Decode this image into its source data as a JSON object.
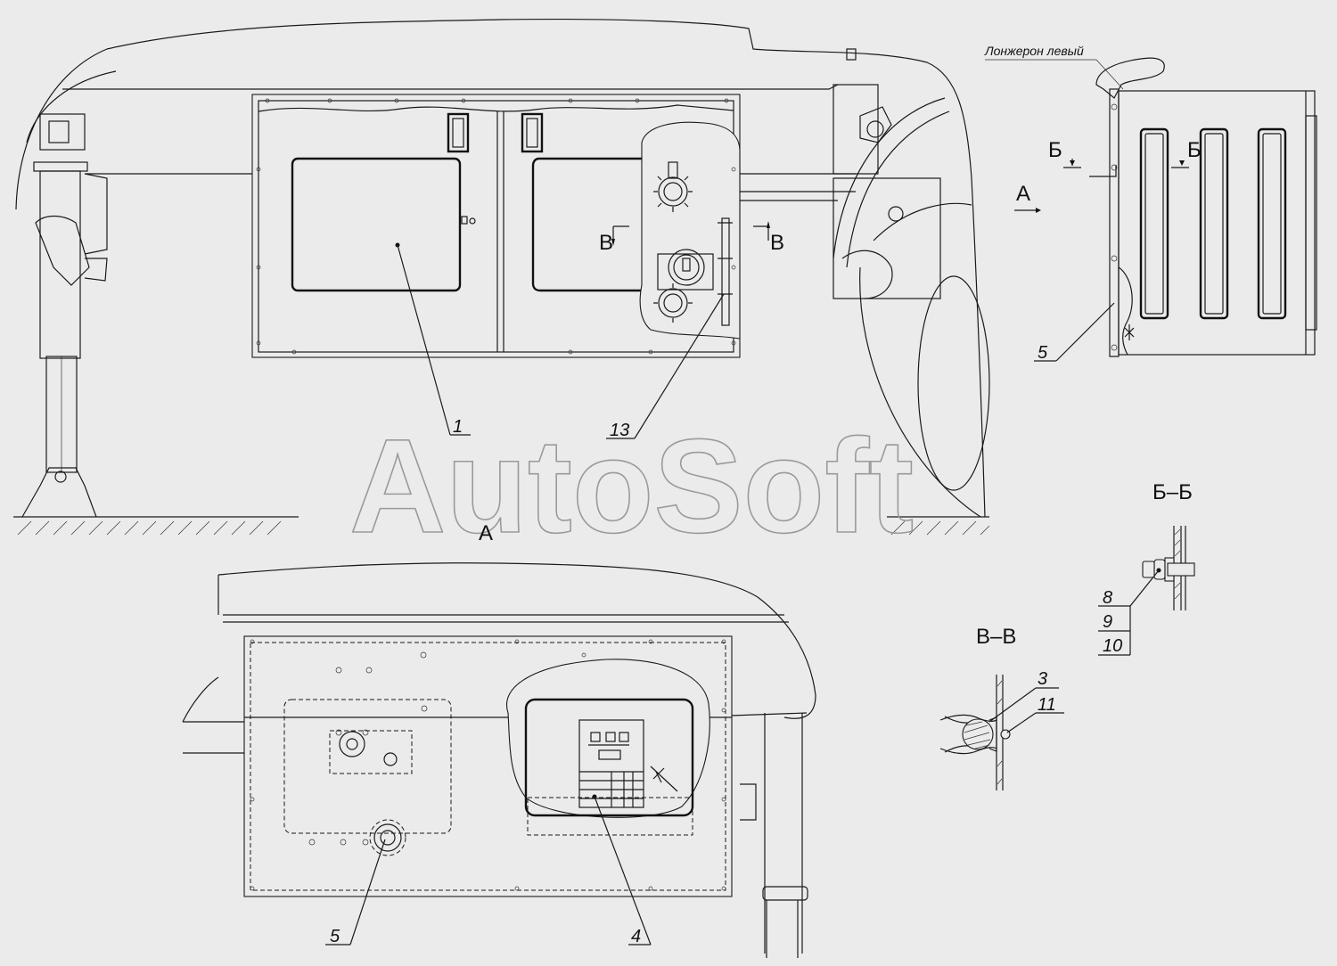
{
  "watermark": "AutoSoft",
  "note_top_right": "Лонжерон левый",
  "section_labels": {
    "view_a": "A",
    "section_bb": "Б–Б",
    "section_vv": "В–В",
    "cut_b_left": "Б",
    "cut_b_right": "Б",
    "cut_v_left": "В",
    "cut_v_right": "В",
    "view_arrow_a": "A"
  },
  "callouts": {
    "c1": "1",
    "c13": "13",
    "c5_top": "5",
    "c5_bottom": "5",
    "c4": "4",
    "c8": "8",
    "c9": "9",
    "c10": "10",
    "c3": "3",
    "c11": "11"
  }
}
